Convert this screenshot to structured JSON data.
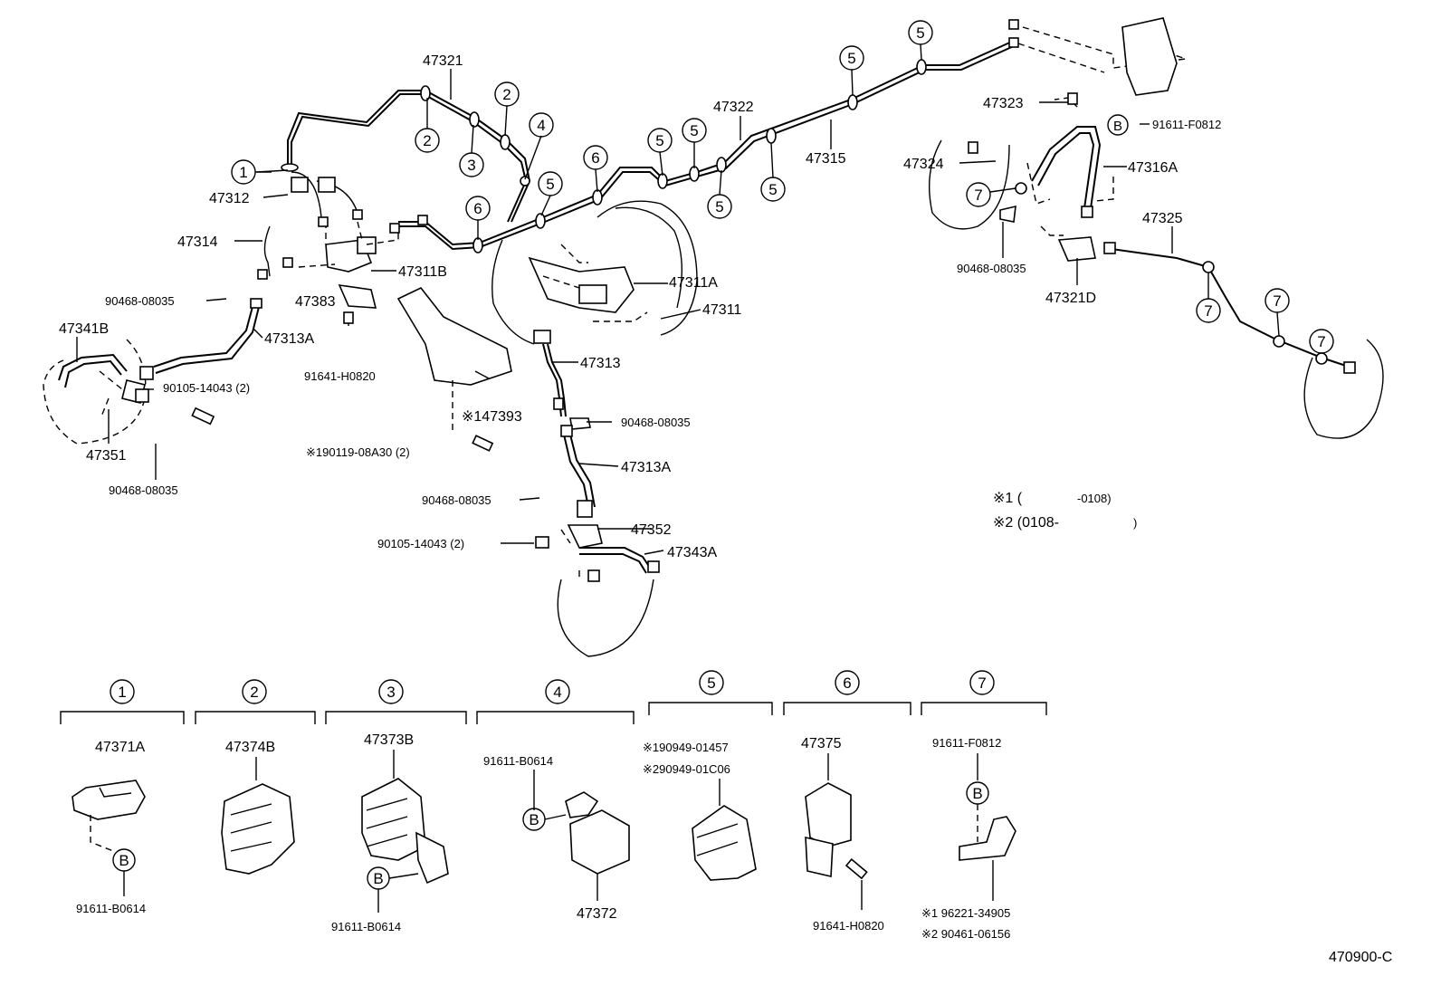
{
  "diagram_code": "470900-C",
  "callouts": {
    "c1": "1",
    "c2": "2",
    "c3": "3",
    "c4": "4",
    "c5": "5",
    "c6": "6",
    "c7": "7",
    "b": "B"
  },
  "labels": {
    "p47321": "47321",
    "p47312": "47312",
    "p47314": "47314",
    "p47311b": "47311B",
    "p47383": "47383",
    "p90468_a": "90468-08035",
    "p47341b": "47341B",
    "p47313a_l": "47313A",
    "p90105_a": "90105-14043 (2)",
    "p91641_a": "91641-H0820",
    "p47351": "47351",
    "p90468_b": "90468-08035",
    "p147393": "※147393",
    "p90119": "※190119-08A30 (2)",
    "p47322": "47322",
    "p47315": "47315",
    "p47311a": "47311A",
    "p47311": "47311",
    "p47313": "47313",
    "p90468_c": "90468-08035",
    "p47313a_c": "47313A",
    "p90468_d": "90468-08035",
    "p47352": "47352",
    "p90105_b": "90105-14043 (2)",
    "p47343a": "47343A",
    "p47323": "47323",
    "p91611_f_top": "91611-F0812",
    "p47324": "47324",
    "p47316a": "47316A",
    "p90468_e": "90468-08035",
    "p47321d": "47321D",
    "p47325": "47325"
  },
  "notes": {
    "n1_mark": "※1 (",
    "n1_code": "-0108)",
    "n2_mark": "※2 (0108-",
    "n2_close": ")"
  },
  "legend": {
    "g1_part": "47371A",
    "g1_bolt": "91611-B0614",
    "g2_part": "47374B",
    "g3_part": "47373B",
    "g3_bolt": "91611-B0614",
    "g4_bolt": "91611-B0614",
    "g4_part": "47372",
    "g5_a": "※190949-01457",
    "g5_b": "※290949-01C06",
    "g6_part": "47375",
    "g6_bolt": "91641-H0820",
    "g7_top": "91611-F0812",
    "g7_a": "※1 96221-34905",
    "g7_b": "※2 90461-06156"
  }
}
